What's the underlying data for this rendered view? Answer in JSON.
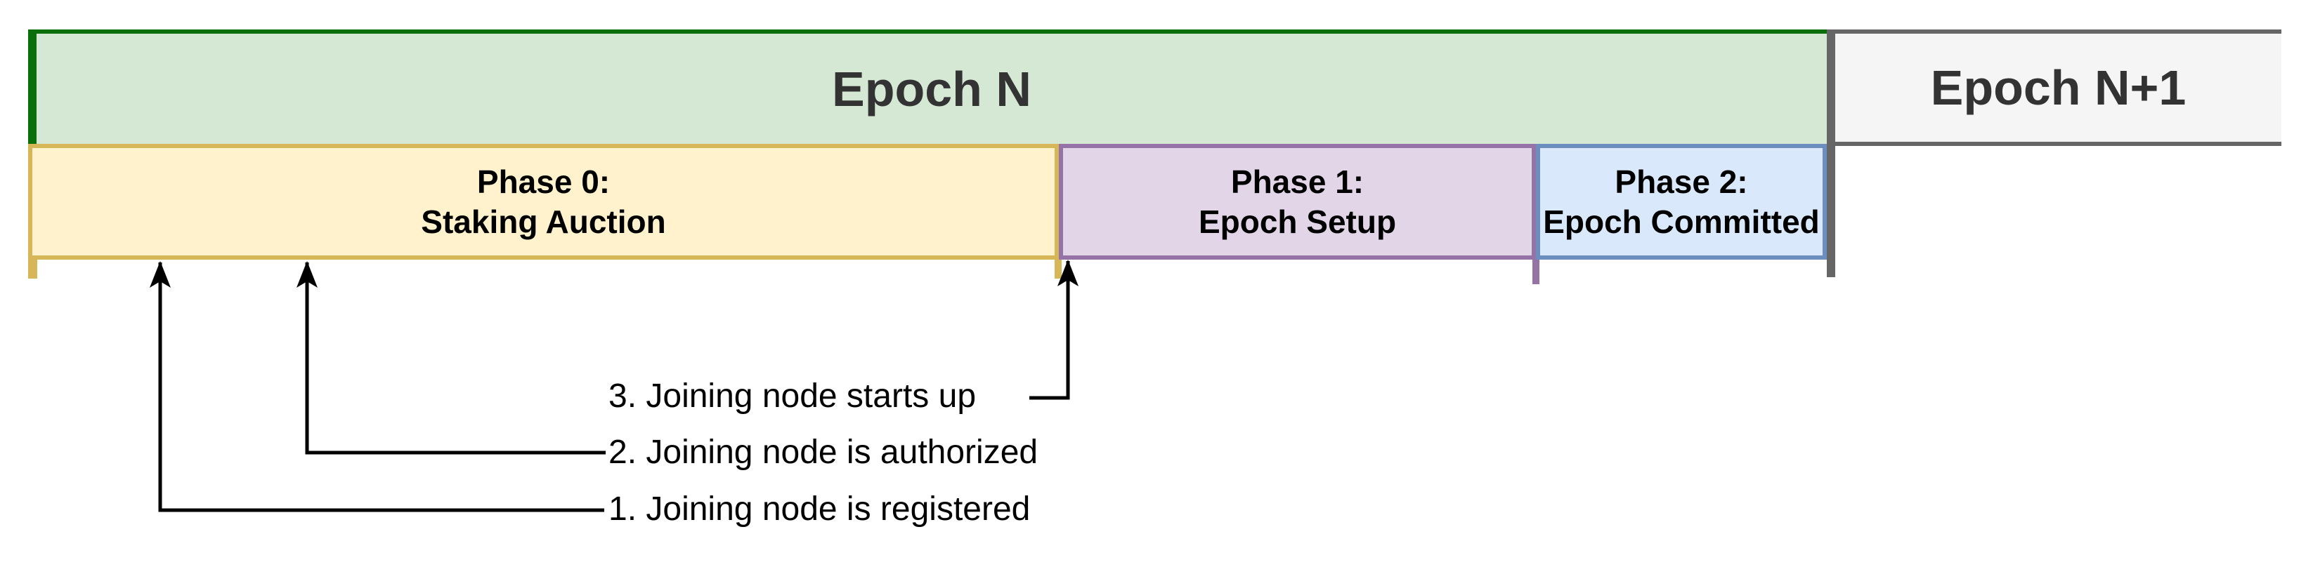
{
  "diagram": {
    "epochs": [
      {
        "id": "epoch-n",
        "label": "Epoch N"
      },
      {
        "id": "epoch-n-1",
        "label": "Epoch N+1"
      }
    ],
    "phases": [
      {
        "id": "phase-0",
        "title": "Phase 0:",
        "subtitle": "Staking Auction"
      },
      {
        "id": "phase-1",
        "title": "Phase 1:",
        "subtitle": "Epoch Setup"
      },
      {
        "id": "phase-2",
        "title": "Phase 2:",
        "subtitle": "Epoch Committed"
      }
    ],
    "annotations": [
      {
        "number": "3",
        "label": "3. Joining node starts up",
        "points_to": "phase-0 / phase-1 boundary"
      },
      {
        "number": "2",
        "label": "2. Joining node is authorized",
        "points_to": "inside phase-0"
      },
      {
        "number": "1",
        "label": "1. Joining node is registered",
        "points_to": "inside phase-0"
      }
    ]
  },
  "colors": {
    "epoch_n_fill": "#d5e8d4",
    "epoch_n_border": "#0a6e0a",
    "epoch_n1_fill": "#f5f5f5",
    "epoch_n1_border": "#666666",
    "phase0_fill": "#fff2cc",
    "phase0_border": "#d6b656",
    "phase1_fill": "#e1d5e7",
    "phase1_border": "#9673a6",
    "phase2_fill": "#dae8fc",
    "phase2_border": "#6c8ebf",
    "divider": "#666666",
    "epoch_title_text": "#333333",
    "phase_text": "#000000",
    "label_text": "#000000",
    "arrow": "#000000"
  }
}
